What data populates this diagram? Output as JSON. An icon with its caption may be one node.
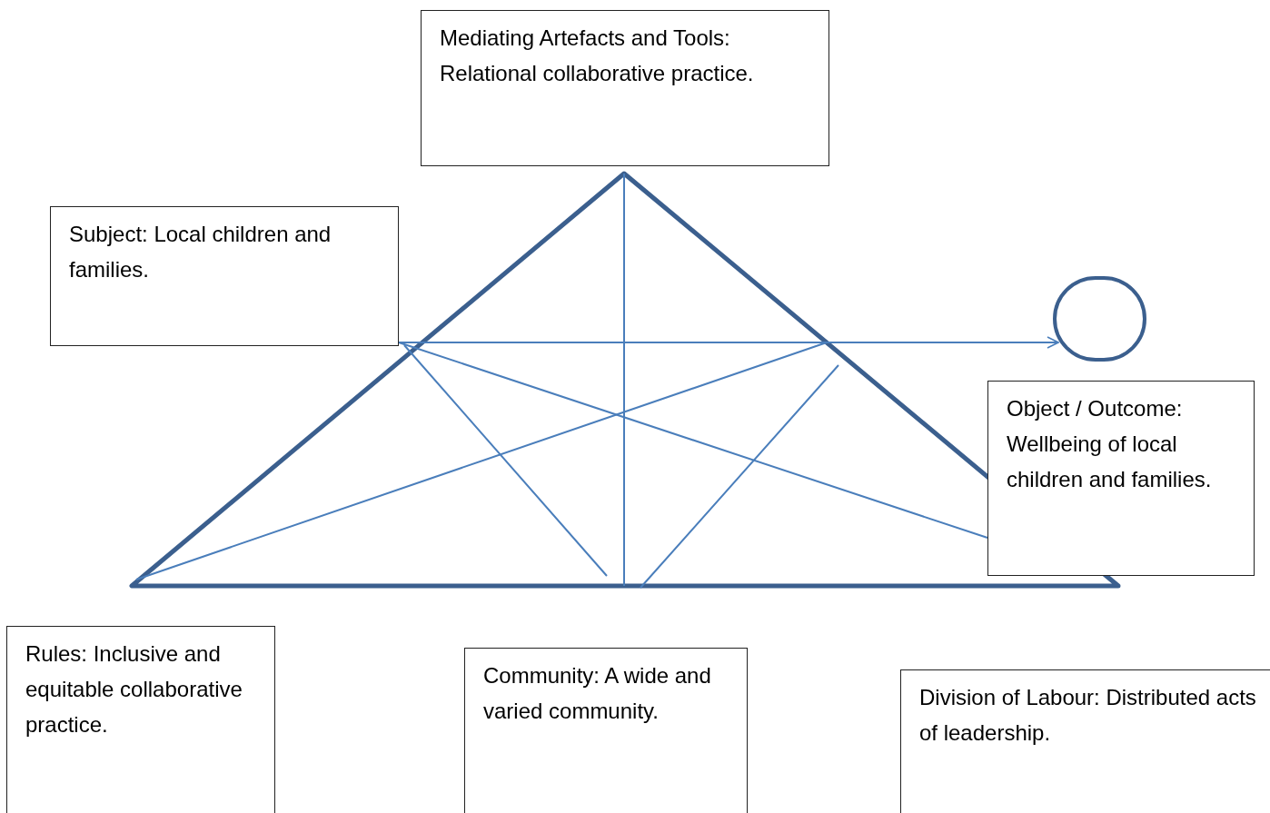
{
  "diagram": {
    "nodes": [
      {
        "text": [
          "Mediating Artefacts and Tools: Relational collaborative practice."
        ]
      },
      {
        "text": [
          "Subject: Local children and families."
        ]
      },
      {
        "text": [],
        "shape": "circle"
      },
      {
        "text": [
          "Object / Outcome: Wellbeing of local children and families."
        ]
      },
      {
        "text": [
          "Rules: Inclusive and equitable collaborative practice."
        ]
      },
      {
        "text": [
          "Community: A wide and varied community."
        ]
      },
      {
        "text": [
          "Division of Labour: Distributed acts of leadership."
        ]
      }
    ],
    "edges": [
      {
        "from": 1,
        "to": 2,
        "arrow": "to"
      },
      {
        "from": 1,
        "to": 3,
        "arrow": "none"
      }
    ]
  }
}
